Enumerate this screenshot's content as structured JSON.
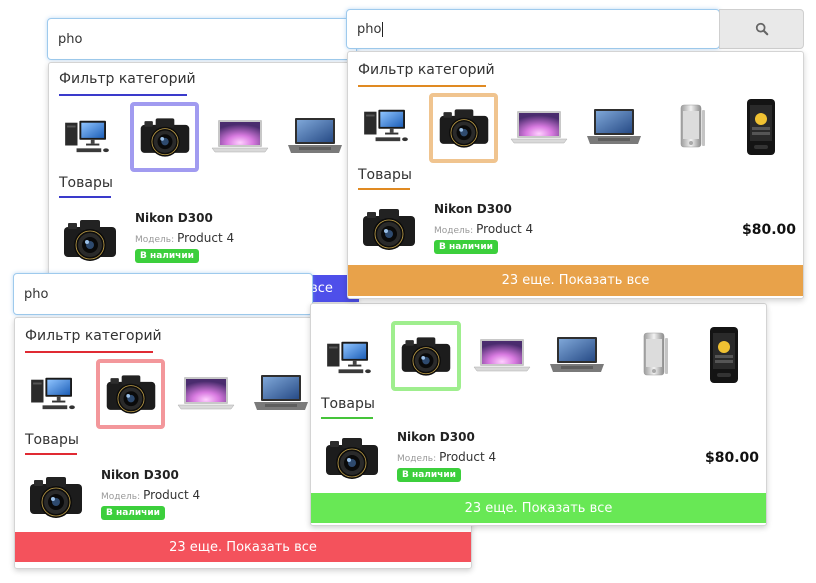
{
  "query": "pho",
  "filter_title": "Фильтр категорий",
  "products_title": "Товары",
  "product": {
    "name": "Nikon D300",
    "model_label": "Модель:",
    "model_value": "Product 4",
    "stock_badge": "В наличии",
    "price": "$80.00"
  },
  "footer_text": "23 еще. Показать все",
  "categories": [
    "desktop-computer",
    "dslr-camera",
    "macbook",
    "laptop",
    "iphone",
    "smartphone"
  ],
  "icons": {
    "search_button": "search-icon"
  },
  "themes": {
    "blue": "#4e4fea",
    "orange": "#e8a24a",
    "red": "#f4525c",
    "green": "#68e855"
  }
}
